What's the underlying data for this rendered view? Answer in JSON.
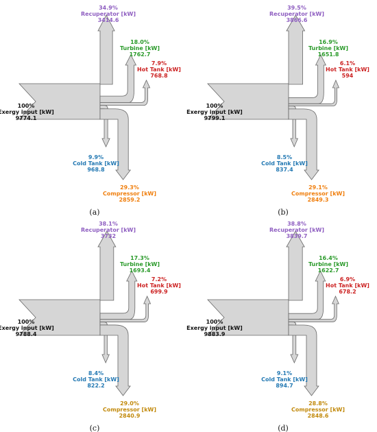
{
  "colors": {
    "flow_fill": "#d6d6d6",
    "flow_stroke": "#666666",
    "input": "#111111",
    "recuperator": "#8f5fc1",
    "turbine": "#2a9a2a",
    "hot_tank": "#cc2222",
    "cold_tank": "#2479b3",
    "compressor_ab": "#f07f0e",
    "compressor_cd": "#c28a0d"
  },
  "panels": [
    {
      "caption": "(a)",
      "input": {
        "pct": "100%",
        "label": "Exergy input [kW]",
        "value": "9774.1"
      },
      "recuperator": {
        "pct": "34.9%",
        "label": "Recuperator [kW]",
        "value": "3414.6"
      },
      "turbine": {
        "pct": "18.0%",
        "label": "Turbine [kW]",
        "value": "1762.7"
      },
      "hot_tank": {
        "pct": "7.9%",
        "label": "Hot Tank [kW]",
        "value": "768.8"
      },
      "cold_tank": {
        "pct": "9.9%",
        "label": "Cold Tank [kW]",
        "value": "968.8"
      },
      "compressor": {
        "pct": "29.3%",
        "label": "Compressor [kW]",
        "value": "2859.2"
      }
    },
    {
      "caption": "(b)",
      "input": {
        "pct": "100%",
        "label": "Exergy input [kW]",
        "value": "9799.1"
      },
      "recuperator": {
        "pct": "39.5%",
        "label": "Recuperator [kW]",
        "value": "3866.6"
      },
      "turbine": {
        "pct": "16.9%",
        "label": "Turbine [kW]",
        "value": "1651.8"
      },
      "hot_tank": {
        "pct": "6.1%",
        "label": "Hot Tank [kW]",
        "value": "594"
      },
      "cold_tank": {
        "pct": "8.5%",
        "label": "Cold Tank [kW]",
        "value": "837.4"
      },
      "compressor": {
        "pct": "29.1%",
        "label": "Compressor [kW]",
        "value": "2849.3"
      }
    },
    {
      "caption": "(c)",
      "input": {
        "pct": "100%",
        "label": "Exergy input [kW]",
        "value": "9788.4"
      },
      "recuperator": {
        "pct": "38.1%",
        "label": "Recuperator [kW]",
        "value": "3732"
      },
      "turbine": {
        "pct": "17.3%",
        "label": "Turbine [kW]",
        "value": "1693.4"
      },
      "hot_tank": {
        "pct": "7.2%",
        "label": "Hot Tank [kW]",
        "value": "699.9"
      },
      "cold_tank": {
        "pct": "8.4%",
        "label": "Cold Tank [kW]",
        "value": "822.2"
      },
      "compressor": {
        "pct": "29.0%",
        "label": "Compressor [kW]",
        "value": "2840.9"
      }
    },
    {
      "caption": "(d)",
      "input": {
        "pct": "100%",
        "label": "Exergy input [kW]",
        "value": "9883.9"
      },
      "recuperator": {
        "pct": "38.8%",
        "label": "Recuperator [kW]",
        "value": "3839.7"
      },
      "turbine": {
        "pct": "16.4%",
        "label": "Turbine [kW]",
        "value": "1622.7"
      },
      "hot_tank": {
        "pct": "6.9%",
        "label": "Hot Tank [kW]",
        "value": "678.2"
      },
      "cold_tank": {
        "pct": "9.1%",
        "label": "Cold Tank [kW]",
        "value": "894.7"
      },
      "compressor": {
        "pct": "28.8%",
        "label": "Compressor [kW]",
        "value": "2848.6"
      }
    }
  ]
}
